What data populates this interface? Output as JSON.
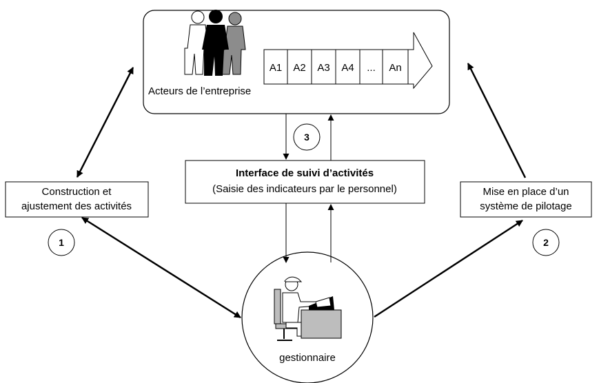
{
  "top_box": {
    "label": "Acteurs de l’entreprise",
    "activities": [
      "A1",
      "A2",
      "A3",
      "A4",
      "...",
      "An"
    ]
  },
  "left_box": {
    "line1": "Construction et",
    "line2": "ajustement des activités"
  },
  "right_box": {
    "line1": "Mise en place d’un",
    "line2": "système de pilotage"
  },
  "center_box": {
    "title": "Interface de suivi d’activités",
    "subtitle": "(Saisie des indicateurs par le personnel)"
  },
  "bottom_circle": {
    "label": "gestionnaire"
  },
  "markers": {
    "m1": "1",
    "m2": "2",
    "m3": "3"
  },
  "colors": {
    "person_white": "#ffffff",
    "person_black": "#000000",
    "person_gray": "#8c8c8c",
    "computer_gray": "#bdbdbd"
  }
}
